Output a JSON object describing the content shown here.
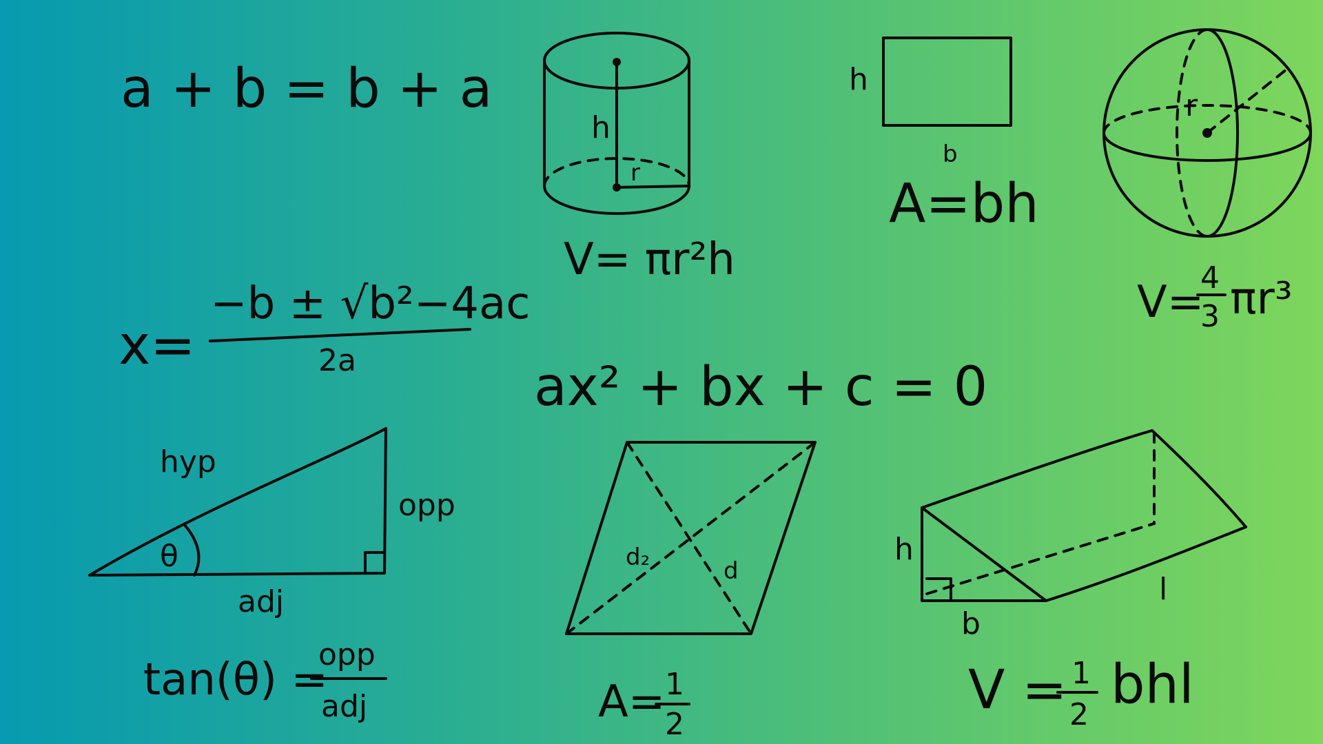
{
  "colors": {
    "gradient_start": "#079AB0",
    "gradient_end": "#7ED65B",
    "ink": "#0a0a0a"
  },
  "formulas": {
    "commutative": "a + b = b + a",
    "cylinder_volume": "V= πr²h",
    "rectangle_area": "A=bh",
    "sphere_volume_prefix": "V=",
    "sphere_volume_num": "4",
    "sphere_volume_den": "3",
    "sphere_volume_suffix": "πr³",
    "quadratic_lhs": "x=",
    "quadratic_num": "−b ± √b²−4ac",
    "quadratic_den": "2a",
    "quadratic_equation": "ax² + bx + c = 0",
    "tan_lhs": "tan(θ) =",
    "tan_num": "opp",
    "tan_den": "adj",
    "rhombus_area_prefix": "A=",
    "rhombus_area_num": "1",
    "rhombus_area_den": "2",
    "prism_volume_prefix": "V =",
    "prism_volume_num": "1",
    "prism_volume_den": "2",
    "prism_volume_suffix": "bhl"
  },
  "labels": {
    "cylinder_h": "h",
    "cylinder_r": "r",
    "rect_h": "h",
    "rect_b": "b",
    "sphere_r": "r",
    "tri_hyp": "hyp",
    "tri_opp": "opp",
    "tri_adj": "adj",
    "tri_theta": "θ",
    "rhombus_d2": "d₂",
    "rhombus_d1": "d",
    "prism_h": "h",
    "prism_b": "b",
    "prism_l": "l"
  }
}
